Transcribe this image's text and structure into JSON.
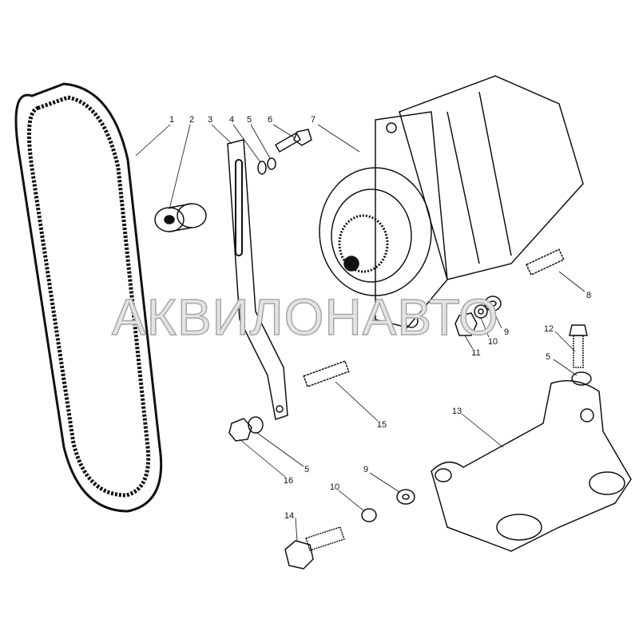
{
  "watermark": "АКВИЛОНАВТО",
  "callouts": {
    "belt": "1",
    "spacer": "2",
    "tension_bracket": "3",
    "washer_top": "4",
    "spring_washer_top": "5",
    "bolt_top": "6",
    "alternator": "7",
    "stud_right": "8",
    "flat_washer_right": "9",
    "spring_washer_right": "10",
    "nut_right": "11",
    "bolt_right": "12",
    "spring_washer_bolt_right": "5",
    "mounting_bracket": "13",
    "stud_center": "15",
    "spring_washer_lower": "5",
    "nut_lower": "16",
    "flat_washer_lower": "9",
    "spring_washer_lower2": "10",
    "bolt_lower": "14"
  }
}
